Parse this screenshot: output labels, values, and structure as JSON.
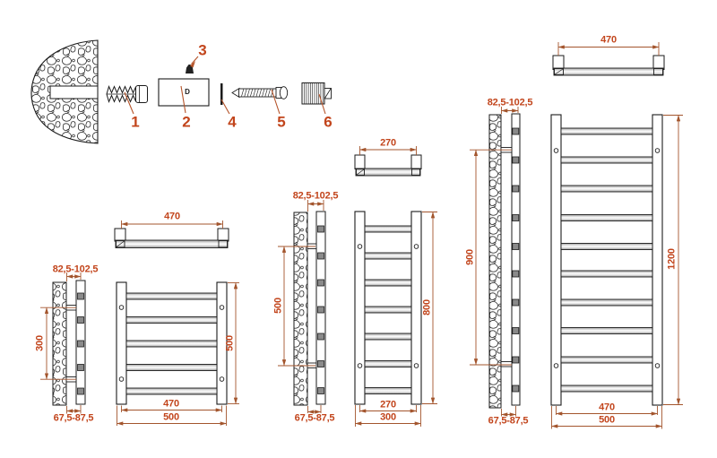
{
  "page": {
    "background": "#ffffff",
    "line_color": "#1b1b1b",
    "accent_text_color": "#c2451c",
    "dim_line_color": "#a3552d"
  },
  "hardware_detail": {
    "parts": [
      {
        "num": "1"
      },
      {
        "num": "2"
      },
      {
        "num": "3"
      },
      {
        "num": "4"
      },
      {
        "num": "5"
      },
      {
        "num": "6"
      }
    ],
    "plate_hole_label": "D"
  },
  "products": [
    {
      "rung_count": 5,
      "dims": {
        "top_width": "470",
        "wall_offset_top": "82,5-102,5",
        "bracket_span": "300",
        "wall_offset_bottom": "67,5-87,5",
        "height": "500",
        "width_between_posts": "470",
        "overall_width": "500"
      }
    },
    {
      "rung_count": 7,
      "dims": {
        "top_width": "270",
        "wall_offset_top": "82,5-102,5",
        "bracket_span": "500",
        "wall_offset_bottom": "67,5-87,5",
        "height": "800",
        "width_between_posts": "270",
        "overall_width": "300"
      }
    },
    {
      "rung_count": 10,
      "dims": {
        "top_width": "470",
        "wall_offset_top": "82,5-102,5",
        "bracket_span": "900",
        "wall_offset_bottom": "67,5-87,5",
        "height": "1200",
        "width_between_posts": "470",
        "overall_width": "500"
      }
    }
  ]
}
